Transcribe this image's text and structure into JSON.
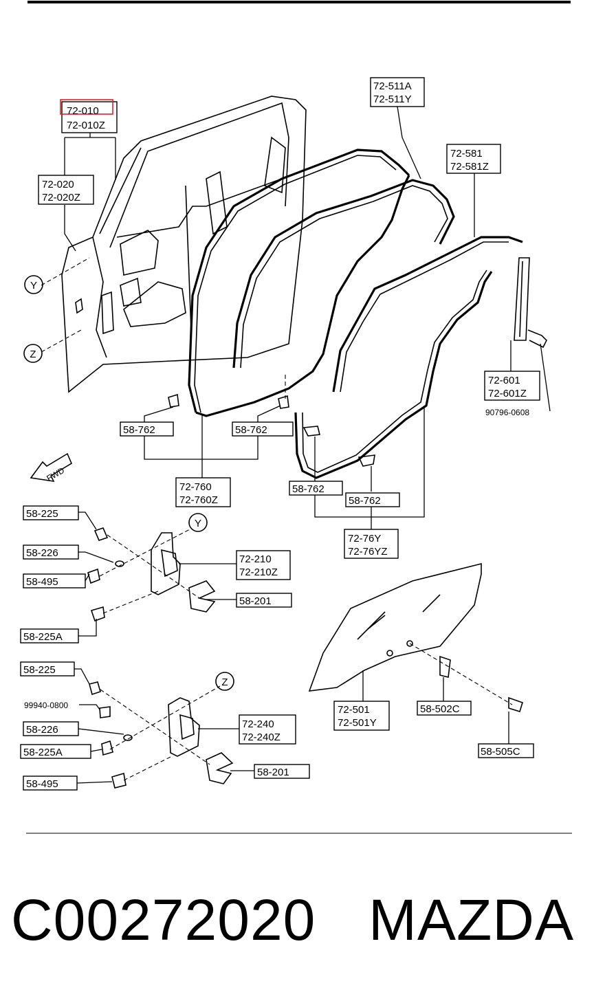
{
  "labels": {
    "l72_010": "72-010",
    "l72_010z": "72-010Z",
    "l72_020": "72-020",
    "l72_020z": "72-020Z",
    "l72_511a": "72-511A",
    "l72_511y": "72-511Y",
    "l72_581": "72-581",
    "l72_581z": "72-581Z",
    "l72_601": "72-601",
    "l72_601z": "72-601Z",
    "l90796": "90796-0608",
    "l58_762a": "58-762",
    "l58_762b": "58-762",
    "l58_762c": "58-762",
    "l58_762d": "58-762",
    "l72_760": "72-760",
    "l72_760z": "72-760Z",
    "l72_76y": "72-76Y",
    "l72_76yz": "72-76YZ",
    "l58_225a1": "58-225",
    "l58_226a": "58-226",
    "l58_495a": "58-495",
    "l58_225A1": "58-225A",
    "l72_210": "72-210",
    "l72_210z": "72-210Z",
    "l58_201a": "58-201",
    "l72_501": "72-501",
    "l72_501y": "72-501Y",
    "l58_502c": "58-502C",
    "l58_505c": "58-505C",
    "l58_225b": "58-225",
    "l99940": "99940-0800",
    "l58_226b": "58-226",
    "l58_225A2": "58-225A",
    "l58_495b": "58-495",
    "l72_240": "72-240",
    "l72_240z": "72-240Z",
    "l58_201b": "58-201",
    "fwd": "FWD",
    "markerY1": "Y",
    "markerZ1": "Z",
    "markerY2": "Y",
    "markerZ2": "Z"
  },
  "footer": {
    "part_number": "C00272020",
    "brand": "MAZDA"
  },
  "highlight_color": "#e0202a"
}
